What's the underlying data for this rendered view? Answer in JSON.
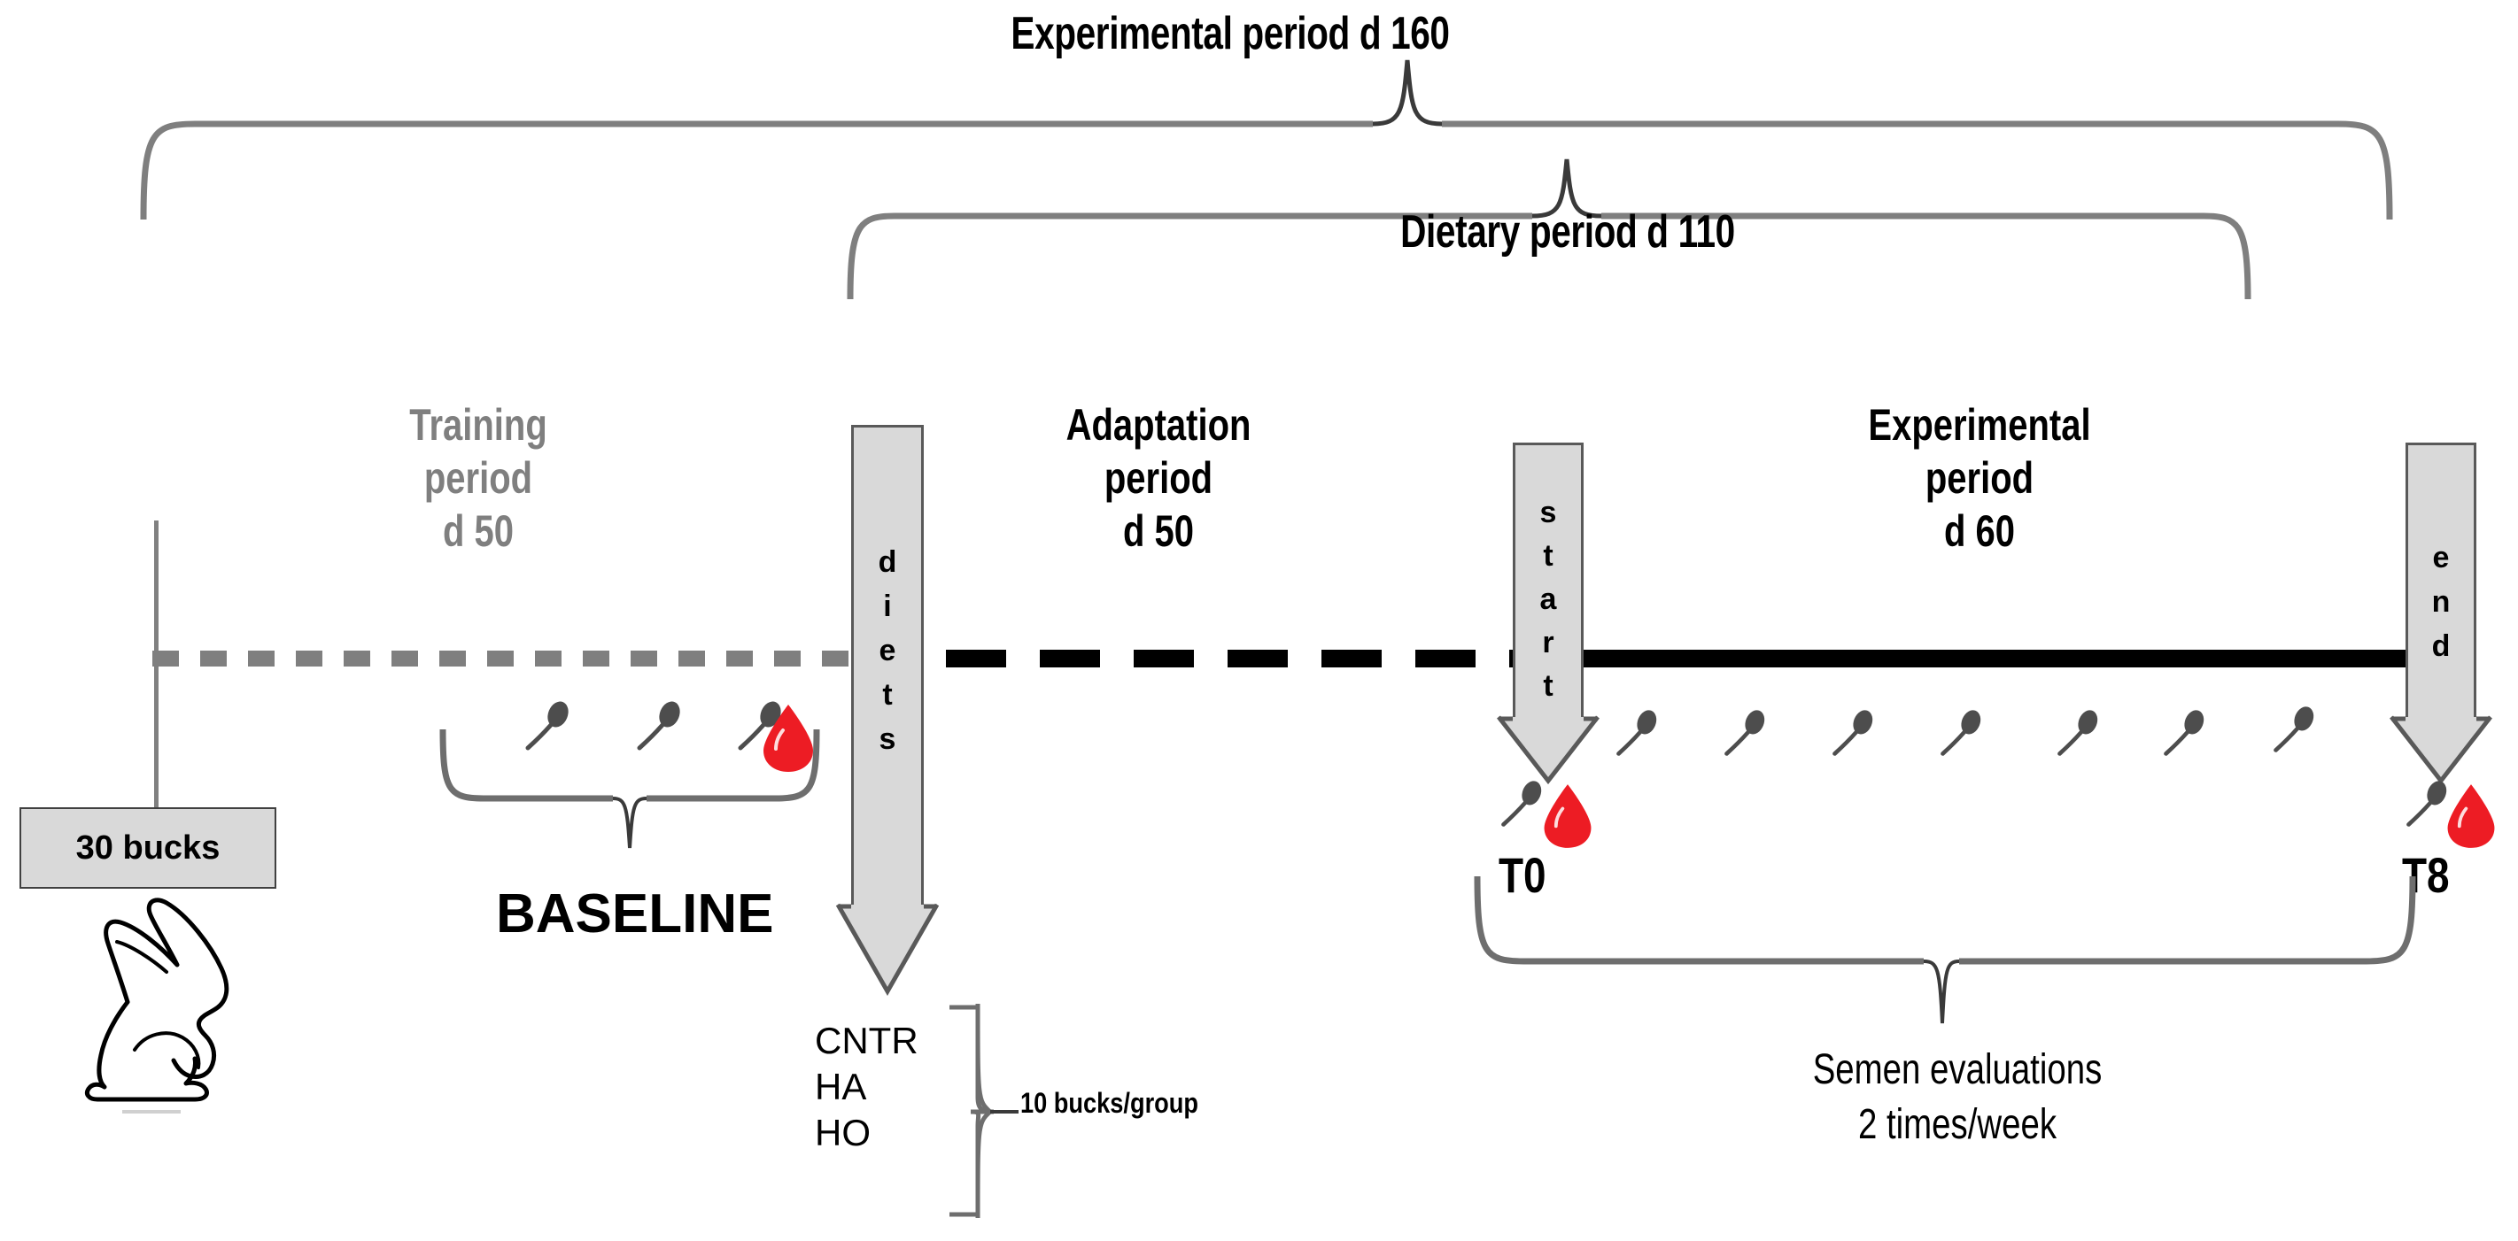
{
  "diagram": {
    "title_top": "Experimental period d 160",
    "title_second": "Dietary period d 110",
    "animals_box": "30 bucks",
    "rabbit_icon": "rabbit-icon",
    "phases": [
      {
        "id": "training",
        "line1": "Training",
        "line2": "period",
        "line3": "d 50"
      },
      {
        "id": "adaptation",
        "line1": "Adaptation",
        "line2": "period",
        "line3": "d 50"
      },
      {
        "id": "experimental",
        "line1": "Experimental",
        "line2": "period",
        "line3": "d 60"
      }
    ],
    "baseline_label": "BASELINE",
    "diets_arrow_letters": [
      "d",
      "i",
      "e",
      "t",
      "s"
    ],
    "start_arrow_letters": [
      "s",
      "t",
      "a",
      "r",
      "t"
    ],
    "end_arrow_letters": [
      "e",
      "n",
      "d"
    ],
    "diet_groups": [
      "CNTR",
      "HA",
      "HO"
    ],
    "group_size_note": "10 bucks/group",
    "timepoints": {
      "start": "T0",
      "end": "T8"
    },
    "semen_note_line1": "Semen evaluations",
    "semen_note_line2": "2 times/week",
    "icons": {
      "sperm": "sperm-icon",
      "blood": "blood-drop-icon"
    },
    "colors": {
      "blood_red": "#ED1C24",
      "sperm_grey": "#4d4d4d",
      "arrow_fill": "#d9d9d9",
      "arrow_stroke": "#595959",
      "line_grey": "#7f7f7f",
      "line_black": "#000000",
      "training_text": "#7f7f7f"
    }
  }
}
